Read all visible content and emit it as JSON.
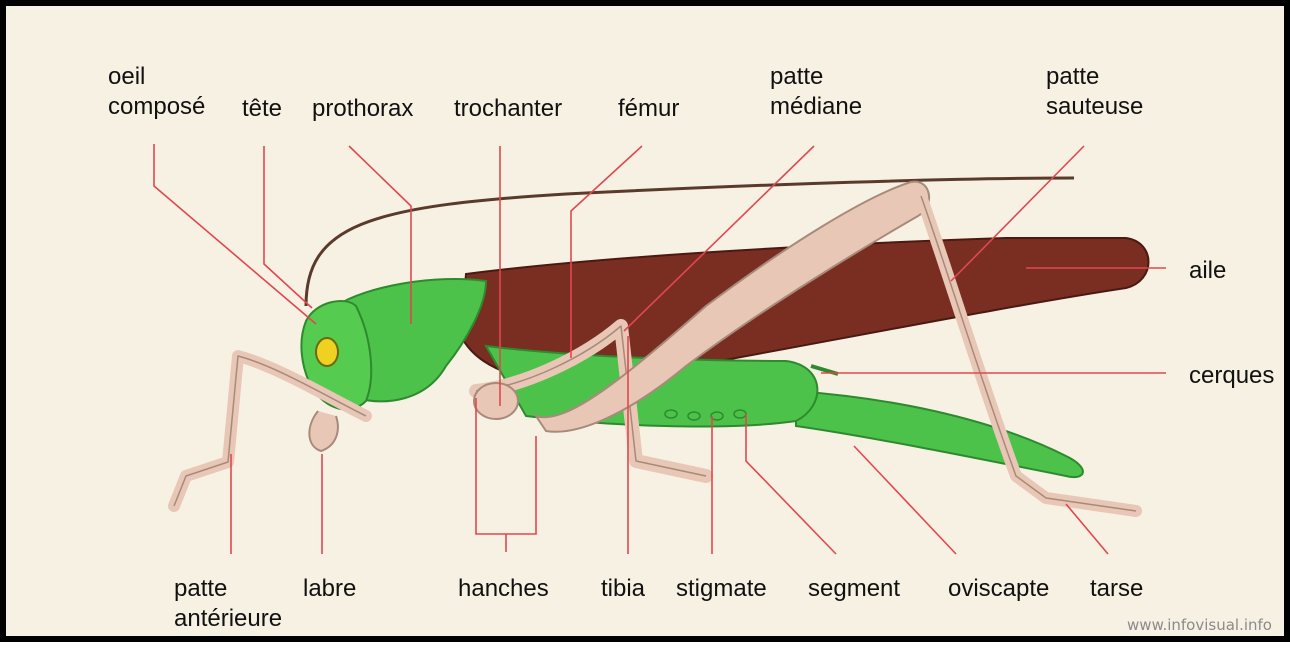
{
  "labels": {
    "oeil_compose": [
      "oeil",
      "composé"
    ],
    "tete": "tête",
    "prothorax": "prothorax",
    "trochanter": "trochanter",
    "femur": "fémur",
    "patte_mediane": [
      "patte",
      "médiane"
    ],
    "patte_sauteuse": [
      "patte",
      "sauteuse"
    ],
    "aile": "aile",
    "cerques": "cerques",
    "patte_anterieure": [
      "patte",
      "antérieure"
    ],
    "labre": "labre",
    "hanches": "hanches",
    "tibia": "tibia",
    "stigmate": "stigmate",
    "segment": "segment",
    "oviscapte": "oviscapte",
    "tarse": "tarse"
  },
  "watermark": "www.infovisual.info",
  "colors": {
    "leader_line": "#e0484f",
    "body_green": "#4cc24a",
    "wing_brown": "#7a2e22",
    "leg_pink": "#e8c7b6",
    "eye_yellow": "#f0d020",
    "background": "#f7f1e4"
  }
}
